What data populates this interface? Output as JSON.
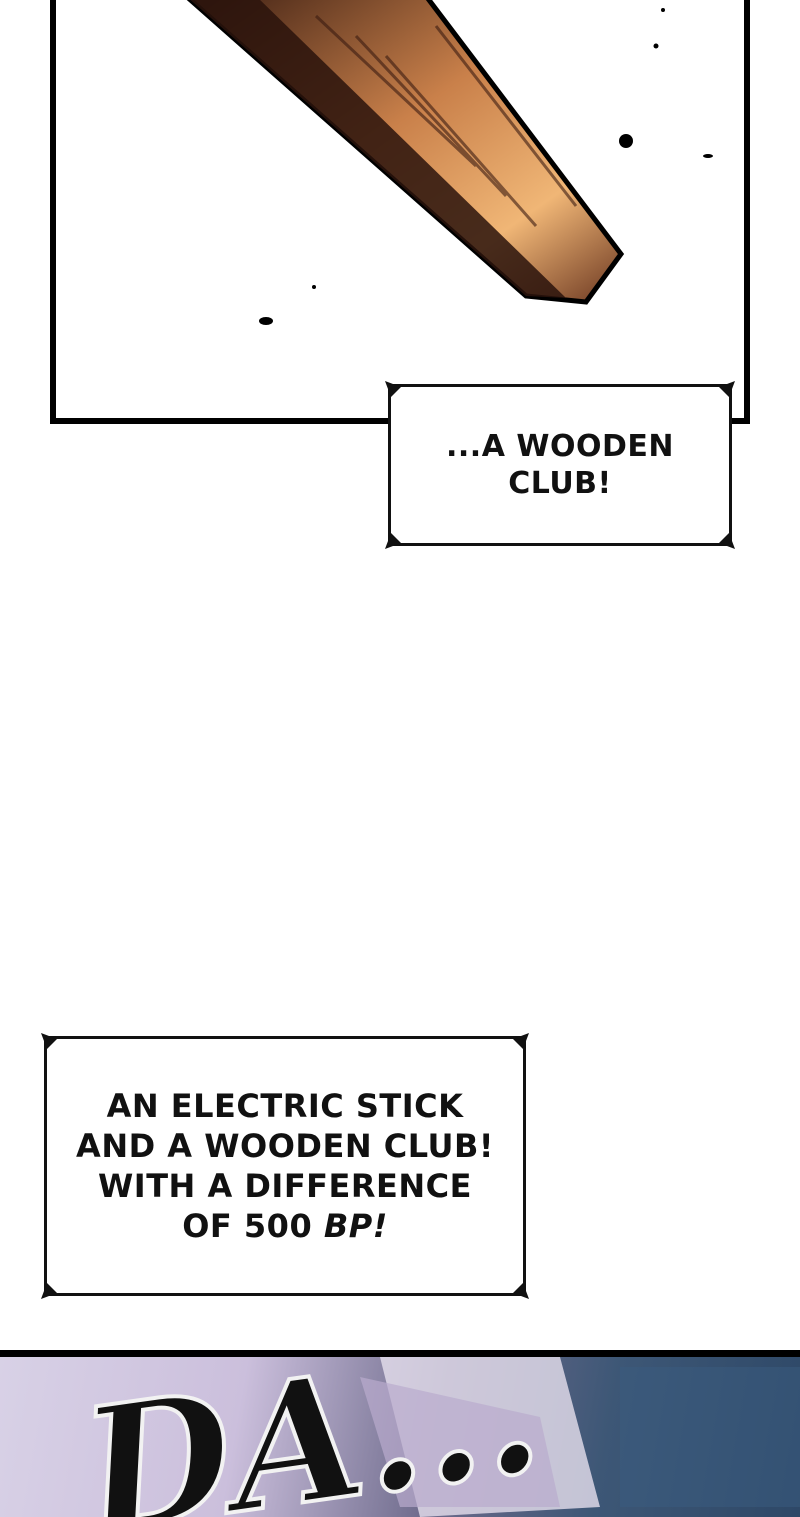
{
  "captions": {
    "first": {
      "lines": [
        "...A WOODEN",
        "CLUB!"
      ]
    },
    "second": {
      "lines": [
        "AN ELECTRIC STICK",
        "AND A WOODEN CLUB!",
        "WITH A DIFFERENCE"
      ],
      "last_line_prefix": "OF 500 ",
      "last_line_emphasis": "BP!"
    }
  },
  "sound_effect": "DA..."
}
